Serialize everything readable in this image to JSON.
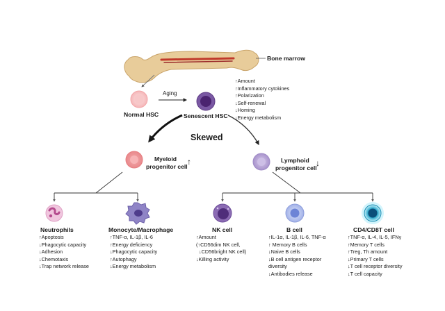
{
  "bone": {
    "label": "Bone marrow"
  },
  "transition": {
    "label": "Aging"
  },
  "normal_hsc": {
    "label": "Normal HSC"
  },
  "senescent_hsc": {
    "label": "Senescent HSC",
    "changes": [
      "↑Amount",
      "↑Inflammatory cytokines",
      "↑Polarization",
      "↓Self-renewal",
      "↓Homing",
      "↓Energy metabolism"
    ]
  },
  "skew": {
    "label": "Skewed"
  },
  "myeloid": {
    "label_line1": "Myeloid",
    "label_line2": "progenitor cell",
    "arrow": "↑"
  },
  "lymphoid": {
    "label_line1": "Lymphoid",
    "label_line2": "progenitor cell",
    "arrow": "↓"
  },
  "neutrophils": {
    "label": "Neutrophils",
    "changes": [
      "↑Apoptosis",
      "↓Phagocytic capacity",
      "↓Adhesion",
      "↓Chemotaxis",
      "↓Trap network release"
    ]
  },
  "monocyte": {
    "label": "Monocyte/Macrophage",
    "changes": [
      "↑TNF-α, IL-1β, IL-6",
      "↑Energy deficiency",
      "↓Phagocytic capacity",
      "↑Autophagy",
      "↓Energy metabolism"
    ]
  },
  "nk": {
    "label": "NK cell",
    "changes": [
      "↑Amount",
      "(↑CD56dim NK cell,",
      "↓CD56bright NK cell)",
      "↓Killing activity"
    ]
  },
  "bcell": {
    "label": "B cell",
    "changes": [
      "↑IL-1α, IL-1β, IL-6, TNF-α",
      "↑ Memory B cells",
      "↓Naive B cells",
      "↓B cell antigen receptor",
      "diversity",
      "↓Antibodies release"
    ]
  },
  "tcell": {
    "label": "CD4/CD8T cell",
    "changes": [
      "↑TNF-α, IL-4, IL-5, IFNγ",
      "↑Memory T cells",
      "↑Treg, Th amount",
      "↓Primary T cells",
      "↓T cell receptor diversity",
      "↓T cell capacity"
    ]
  },
  "colors": {
    "normal_hsc": "#f4b6b8",
    "senescent_hsc": "#6b3f8f",
    "myeloid": "#f09a9c",
    "lymphoid": "#b9a6d6",
    "neutrophil": "#eab5d4",
    "monocyte": "#8a7bc0",
    "nk": "#7b5ba6",
    "bcell": "#a9b7ea",
    "tcell": "#2aa6c9",
    "bone": "#e9cfa0"
  }
}
